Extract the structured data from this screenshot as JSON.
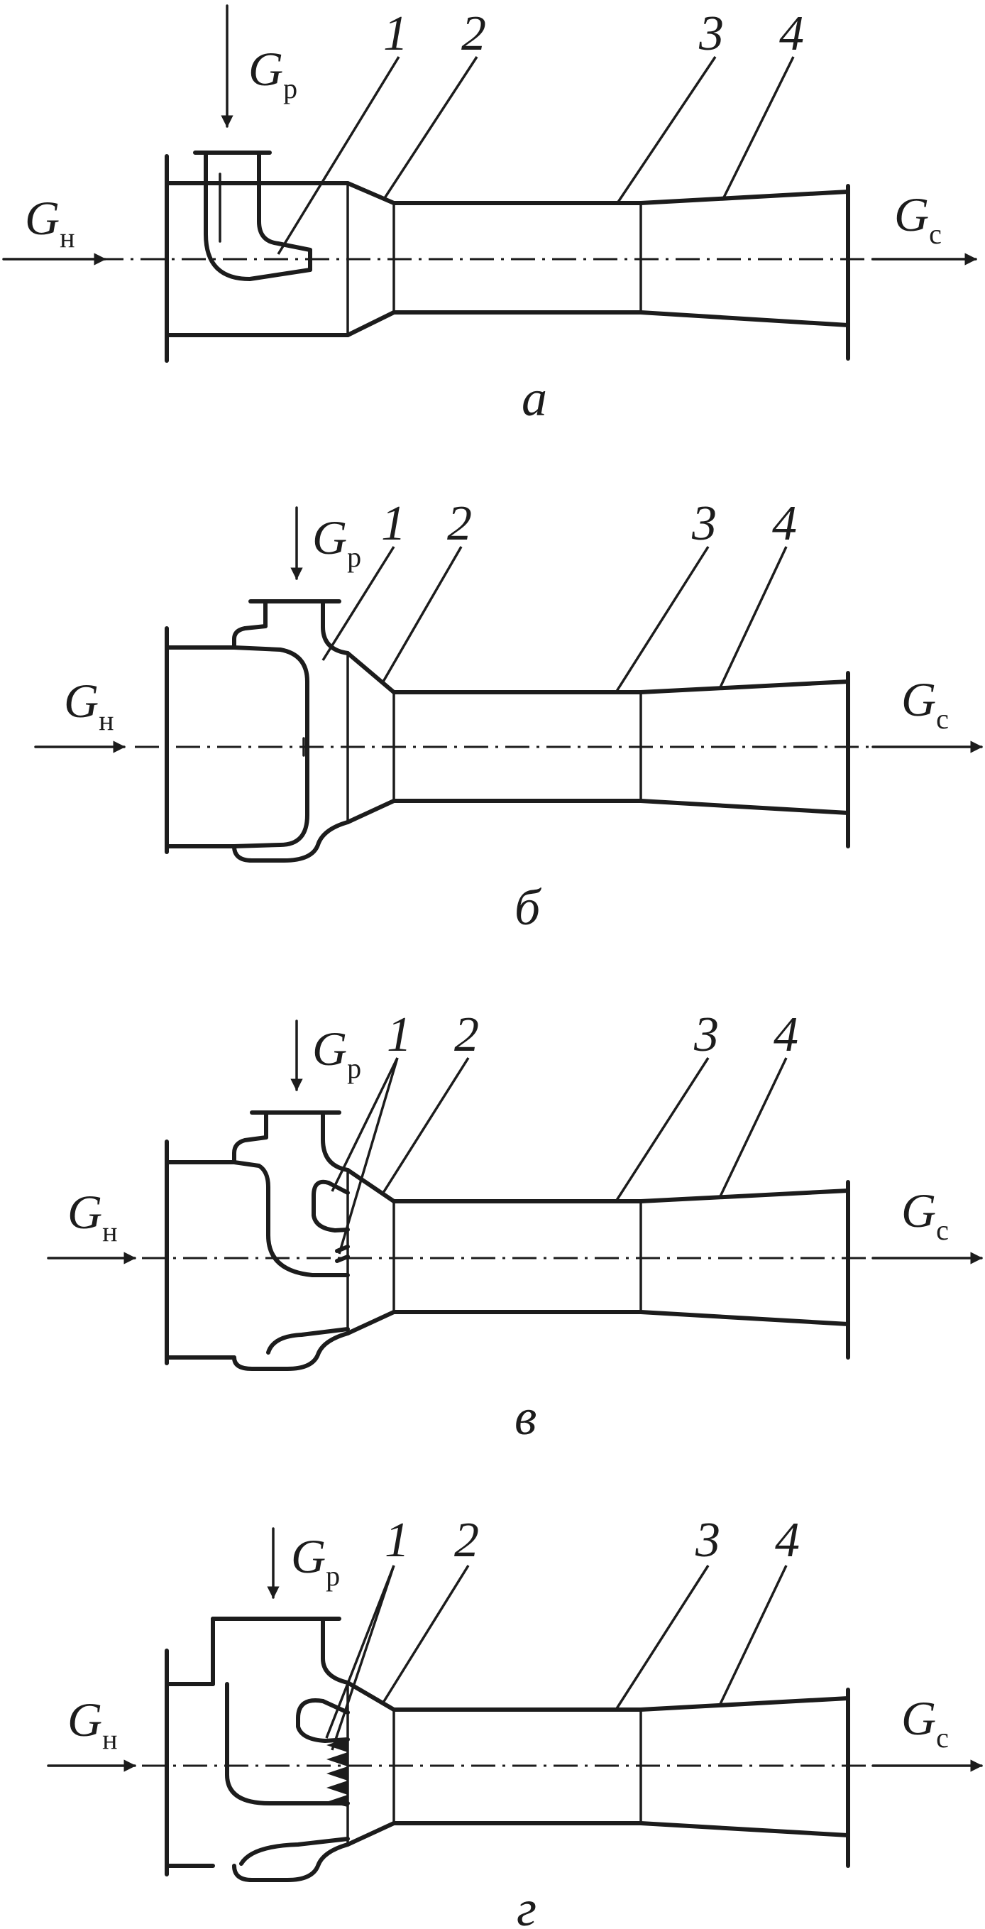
{
  "callouts": [
    "1",
    "2",
    "3",
    "4"
  ],
  "flows": {
    "driving": {
      "main": "G",
      "sub": "р"
    },
    "injected": {
      "main": "G",
      "sub": "н"
    },
    "mixed": {
      "main": "G",
      "sub": "с"
    }
  },
  "variants": [
    {
      "caption": "а"
    },
    {
      "caption": "б"
    },
    {
      "caption": "в"
    },
    {
      "caption": "г"
    }
  ]
}
